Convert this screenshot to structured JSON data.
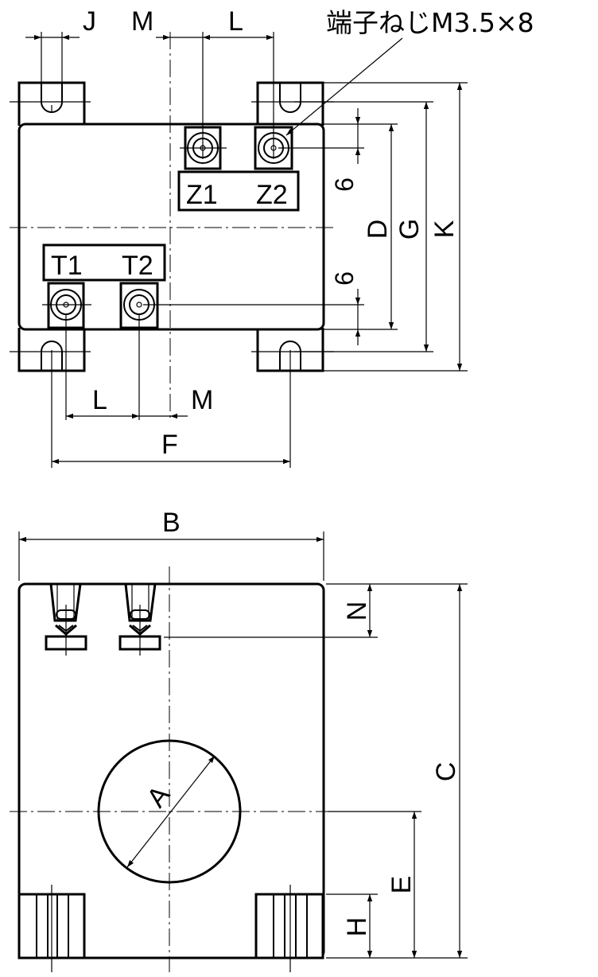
{
  "note": "端子ねじM3.5×8",
  "terminal_labels": {
    "z1": "Z1",
    "z2": "Z2",
    "t1": "T1",
    "t2": "T2"
  },
  "dimensions": {
    "a": "A",
    "b": "B",
    "c": "C",
    "d": "D",
    "e": "E",
    "f": "F",
    "g": "G",
    "h": "H",
    "j": "J",
    "k": "K",
    "l": "L",
    "m": "M",
    "n": "N",
    "six": "6"
  }
}
